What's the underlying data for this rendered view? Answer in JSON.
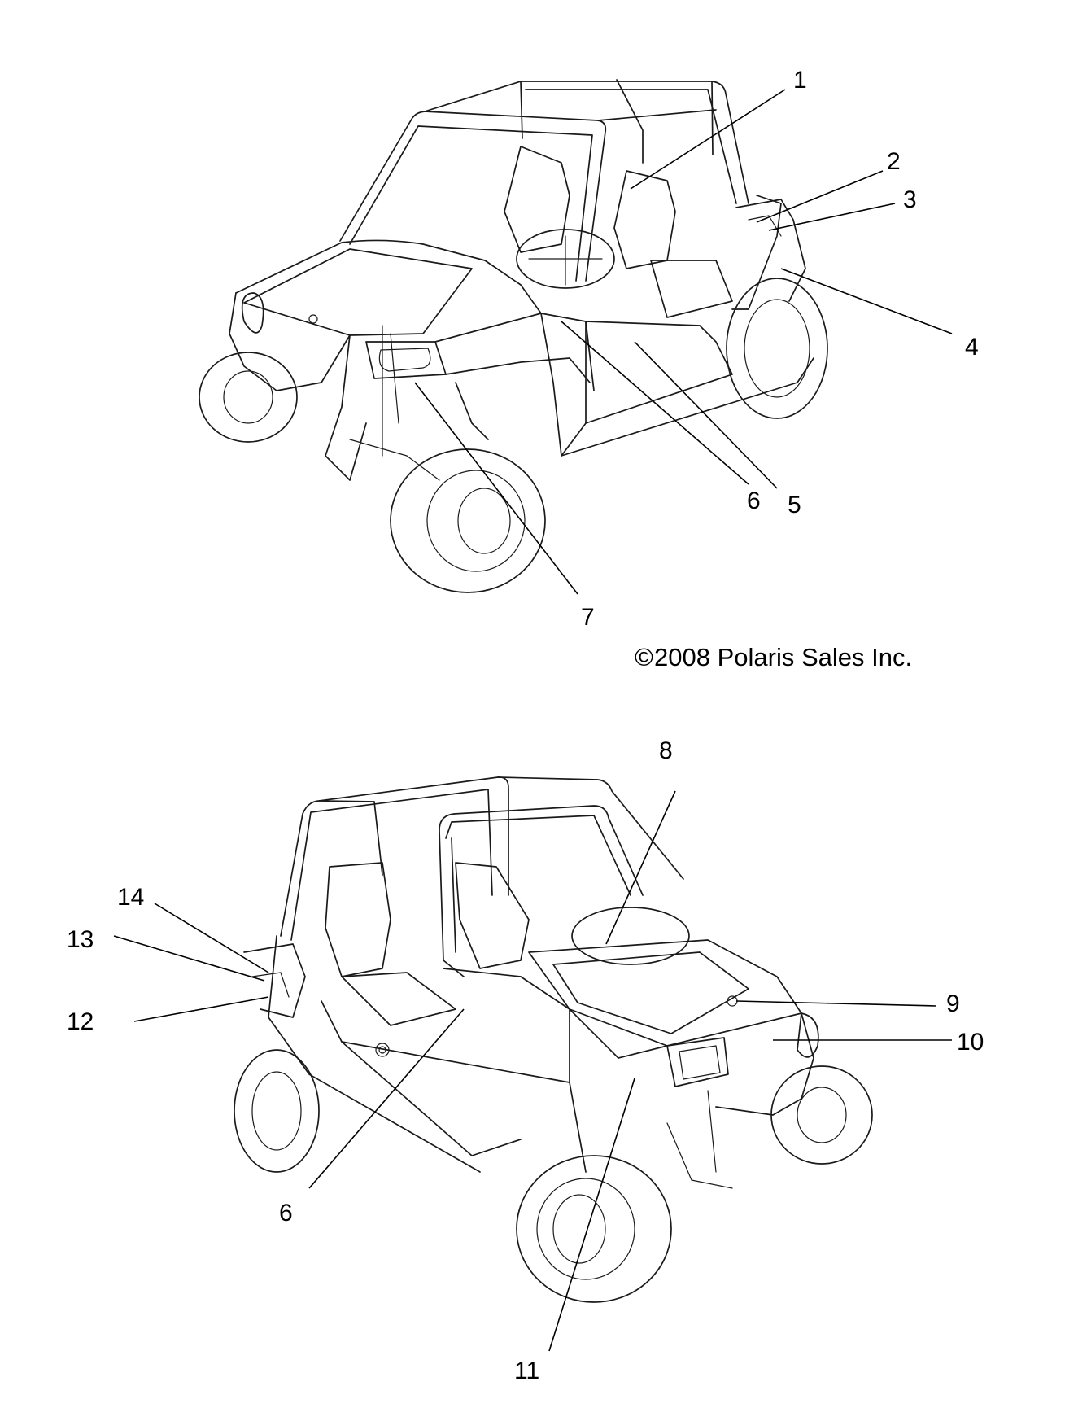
{
  "copyright": "2008 Polaris Sales Inc.",
  "copyright_symbol": "©",
  "top_view": {
    "callouts": [
      "1",
      "2",
      "3",
      "4",
      "5",
      "6",
      "7"
    ]
  },
  "bottom_view": {
    "callouts": [
      "8",
      "9",
      "10",
      "11",
      "6",
      "12",
      "13",
      "14"
    ]
  }
}
